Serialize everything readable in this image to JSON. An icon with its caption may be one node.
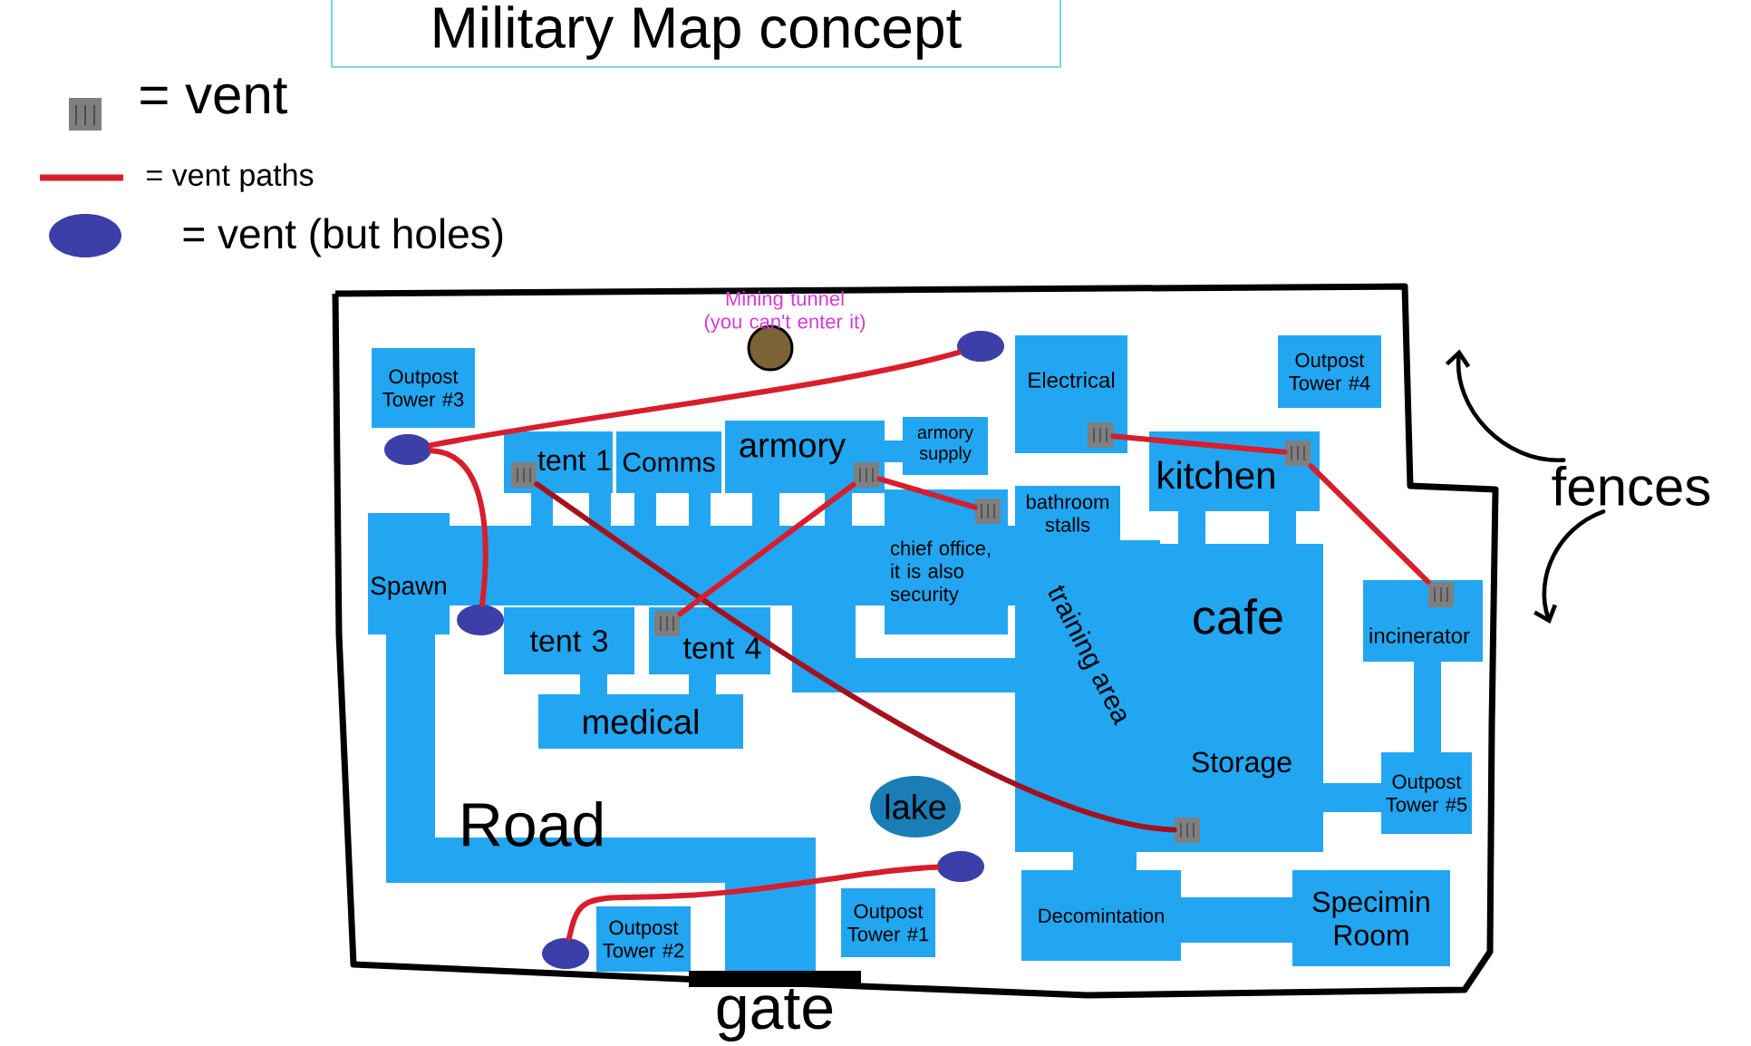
{
  "diagram": {
    "title": "Military Map concept",
    "nodes": [
      {
        "text": [],
        "shape": "box"
      },
      {
        "text": [
          "Mining tunnel (you can't enter it)"
        ],
        "in": 0
      },
      {
        "text": [],
        "shape": "circle",
        "in": 0
      },
      {
        "text": [
          "Electrical"
        ],
        "in": 0
      },
      {
        "text": [
          "Outpost Tower #4"
        ],
        "in": 0
      },
      {
        "text": [
          "Outpost Tower #3"
        ],
        "in": 0
      },
      {
        "text": [],
        "shape": "circle",
        "in": 0
      },
      {
        "text": [
          "tent 1"
        ],
        "in": 0
      },
      {
        "text": [],
        "shape": "box",
        "in": 7
      },
      {
        "text": [
          "Comms"
        ],
        "in": 0
      },
      {
        "text": [
          "armory"
        ],
        "in": 0
      },
      {
        "text": [],
        "shape": "box",
        "in": 10
      },
      {
        "text": [
          "armory supply"
        ],
        "in": 0
      },
      {
        "text": [
          "kitchen"
        ],
        "in": 0
      },
      {
        "text": [],
        "shape": "box",
        "in": 3
      },
      {
        "text": [],
        "shape": "box",
        "in": 13
      },
      {
        "text": [
          "bathroom stalls"
        ],
        "in": 0
      },
      {
        "text": [
          "chief office, it is also security"
        ],
        "in": 0
      },
      {
        "text": [],
        "shape": "box",
        "in": 17
      },
      {
        "text": [
          "Spawn"
        ],
        "in": 0
      },
      {
        "text": [],
        "shape": "circle",
        "in": 0
      },
      {
        "text": [
          "tent 3"
        ],
        "in": 0
      },
      {
        "text": [
          "tent 4"
        ],
        "in": 0
      },
      {
        "text": [],
        "shape": "box",
        "in": 22
      },
      {
        "text": [
          "training area"
        ],
        "in": 0
      },
      {
        "text": [
          "cafe"
        ],
        "in": 0
      },
      {
        "text": [
          "incinerator"
        ],
        "in": 0
      },
      {
        "text": [],
        "shape": "box",
        "in": 26
      },
      {
        "text": [
          "medical"
        ],
        "in": 0
      },
      {
        "text": [
          "Storage"
        ],
        "in": 0
      },
      {
        "text": [],
        "shape": "box",
        "in": 29
      },
      {
        "text": [
          "Outpost Tower #5"
        ],
        "in": 0
      },
      {
        "text": [
          "lake"
        ],
        "in": 0
      },
      {
        "text": [
          "Road"
        ],
        "in": 0
      },
      {
        "text": [],
        "shape": "circle",
        "in": 0
      },
      {
        "text": [
          "Decomintation"
        ],
        "in": 0
      },
      {
        "text": [
          "Specimin Room"
        ],
        "in": 0
      },
      {
        "text": [
          "Outpost Tower #2"
        ],
        "in": 0
      },
      {
        "text": [],
        "shape": "circle",
        "in": 0
      },
      {
        "text": [
          "Outpost Tower #1"
        ],
        "in": 0
      },
      {
        "text": [
          "gate"
        ],
        "in": 0
      },
      {
        "text": [
          "fences"
        ]
      }
    ],
    "edges": [
      {
        "from": 6,
        "to": 2,
        "arrow": "none"
      },
      {
        "from": 6,
        "to": 20,
        "arrow": "none"
      },
      {
        "from": 8,
        "to": 30,
        "arrow": "none",
        "color": "#a3121d"
      },
      {
        "from": 23,
        "to": 11,
        "arrow": "none"
      },
      {
        "from": 11,
        "to": 18,
        "arrow": "none"
      },
      {
        "from": 14,
        "to": 15,
        "arrow": "none"
      },
      {
        "from": 15,
        "to": 27,
        "arrow": "none"
      },
      {
        "from": 38,
        "to": 34,
        "arrow": "none"
      },
      {
        "from": 41,
        "to": 0,
        "arrow": "to",
        "color": "#000000"
      },
      {
        "from": 41,
        "to": 0,
        "arrow": "to",
        "color": "#000000"
      }
    ],
    "legend": [
      {
        "text": "= vent"
      },
      {
        "text": "= vent paths"
      },
      {
        "text": "= vent (but holes)"
      }
    ]
  }
}
